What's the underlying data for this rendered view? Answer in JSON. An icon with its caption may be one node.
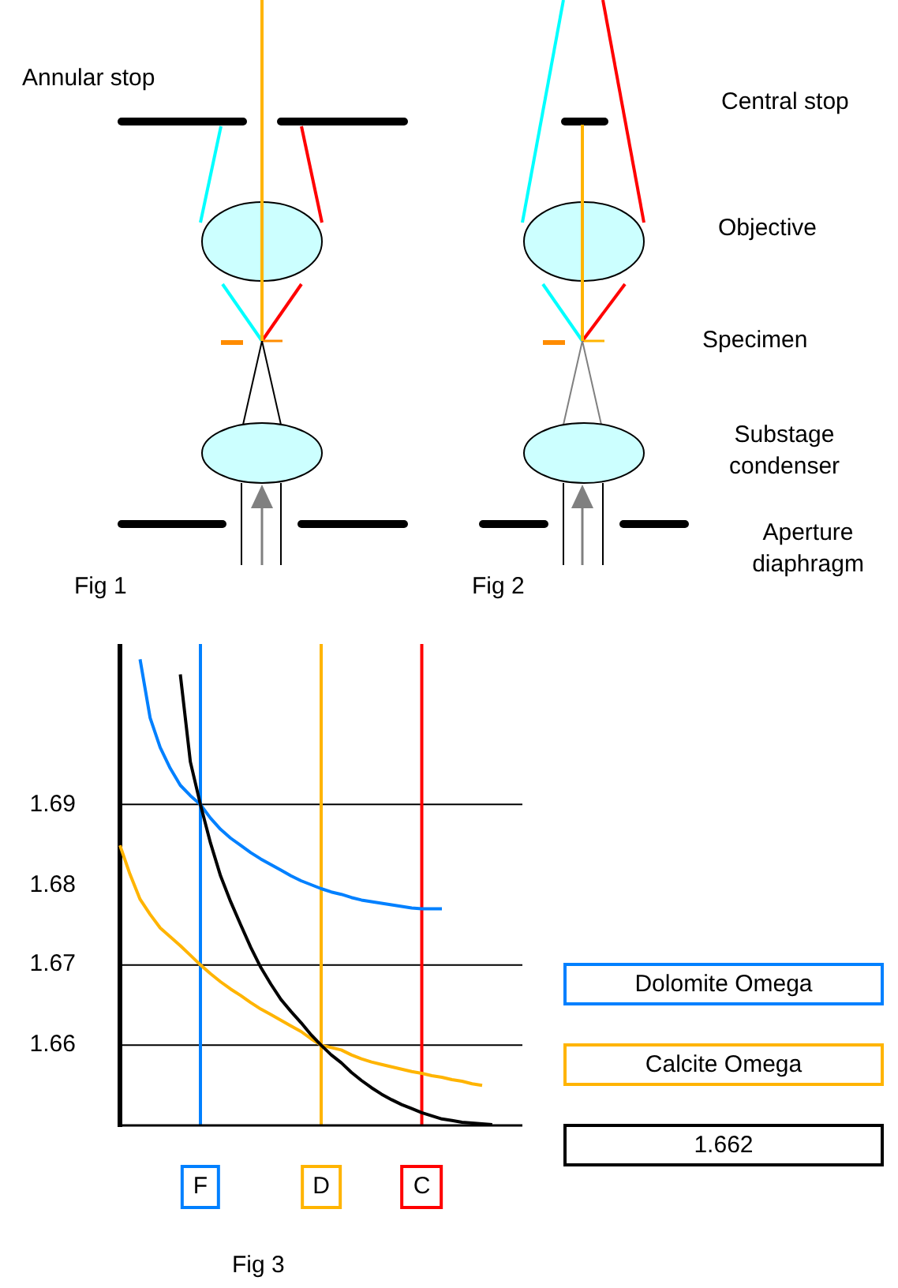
{
  "diagram": {
    "nodes": [
      {
        "text": [],
        "shape": "ellipse"
      },
      {
        "text": [],
        "shape": "ellipse"
      },
      {
        "text": [],
        "shape": "ellipse"
      },
      {
        "text": [],
        "shape": "ellipse"
      }
    ],
    "labels": [
      "Annular stop",
      "Central stop",
      "Objective",
      "Specimen",
      "Substage condenser",
      "Aperture diaphragm",
      "Fig 1",
      "Fig 2",
      "Fig 3"
    ],
    "chart_data": {
      "type": "line",
      "categories": [
        null,
        null,
        null,
        null,
        null,
        null,
        null,
        null,
        "F",
        null,
        null,
        null,
        null,
        null,
        null,
        null,
        null,
        null,
        null,
        null,
        "D",
        null,
        null,
        null,
        null,
        null,
        null,
        null,
        null,
        null,
        "C",
        null,
        null,
        null,
        null,
        null,
        null,
        null
      ],
      "series": [
        {
          "name": "Dolomite Omega",
          "color": "#0080ff",
          "values": [
            null,
            null,
            1.7081,
            1.7008,
            1.6971,
            1.6945,
            1.6924,
            1.6911,
            1.69,
            1.6883,
            1.6869,
            1.6858,
            1.6849,
            1.684,
            1.6832,
            1.6825,
            1.6818,
            1.6811,
            1.6805,
            1.68,
            1.6795,
            1.6791,
            1.6788,
            1.6784,
            1.6781,
            1.6779,
            1.6777,
            1.6775,
            1.6773,
            1.6771,
            1.677,
            1.677,
            1.677,
            null,
            null,
            null,
            null,
            null
          ]
        },
        {
          "name": "Calcite Omega",
          "color": "#ffb400",
          "values": [
            1.6849,
            1.6813,
            1.6782,
            1.6763,
            1.6746,
            1.6735,
            1.6724,
            1.6712,
            1.67,
            1.6689,
            1.6679,
            1.667,
            1.6662,
            1.6653,
            1.6645,
            1.6638,
            1.6631,
            1.6624,
            1.6617,
            1.6608,
            1.66,
            1.6597,
            1.6594,
            1.6588,
            1.6583,
            1.6579,
            1.6576,
            1.6573,
            1.657,
            1.6567,
            1.6565,
            1.6562,
            1.656,
            1.6557,
            1.6555,
            1.6552,
            1.655,
            null
          ]
        },
        {
          "name": "1.662",
          "color": "#000000",
          "values": [
            null,
            null,
            null,
            null,
            null,
            null,
            1.7062,
            1.6953,
            1.69,
            1.6852,
            1.6811,
            1.6779,
            1.675,
            1.6722,
            1.6697,
            1.6676,
            1.6657,
            1.6642,
            1.6628,
            1.6613,
            1.66,
            1.6588,
            1.6578,
            1.6566,
            1.6556,
            1.6547,
            1.6539,
            1.6532,
            1.6526,
            1.6521,
            1.6516,
            1.6512,
            1.6508,
            1.6506,
            1.6504,
            1.6503,
            1.6502,
            1.6501
          ]
        }
      ],
      "ylim": [
        1.65,
        1.71
      ],
      "yticks": [
        1.66,
        1.67,
        1.68,
        1.69
      ],
      "grid": true,
      "ref_lines": [
        {
          "axis": "x",
          "value": "F",
          "color": "#0080ff"
        },
        {
          "axis": "x",
          "value": "D",
          "color": "#ffb400"
        },
        {
          "axis": "x",
          "value": "C",
          "color": "#ff0000"
        }
      ]
    }
  }
}
